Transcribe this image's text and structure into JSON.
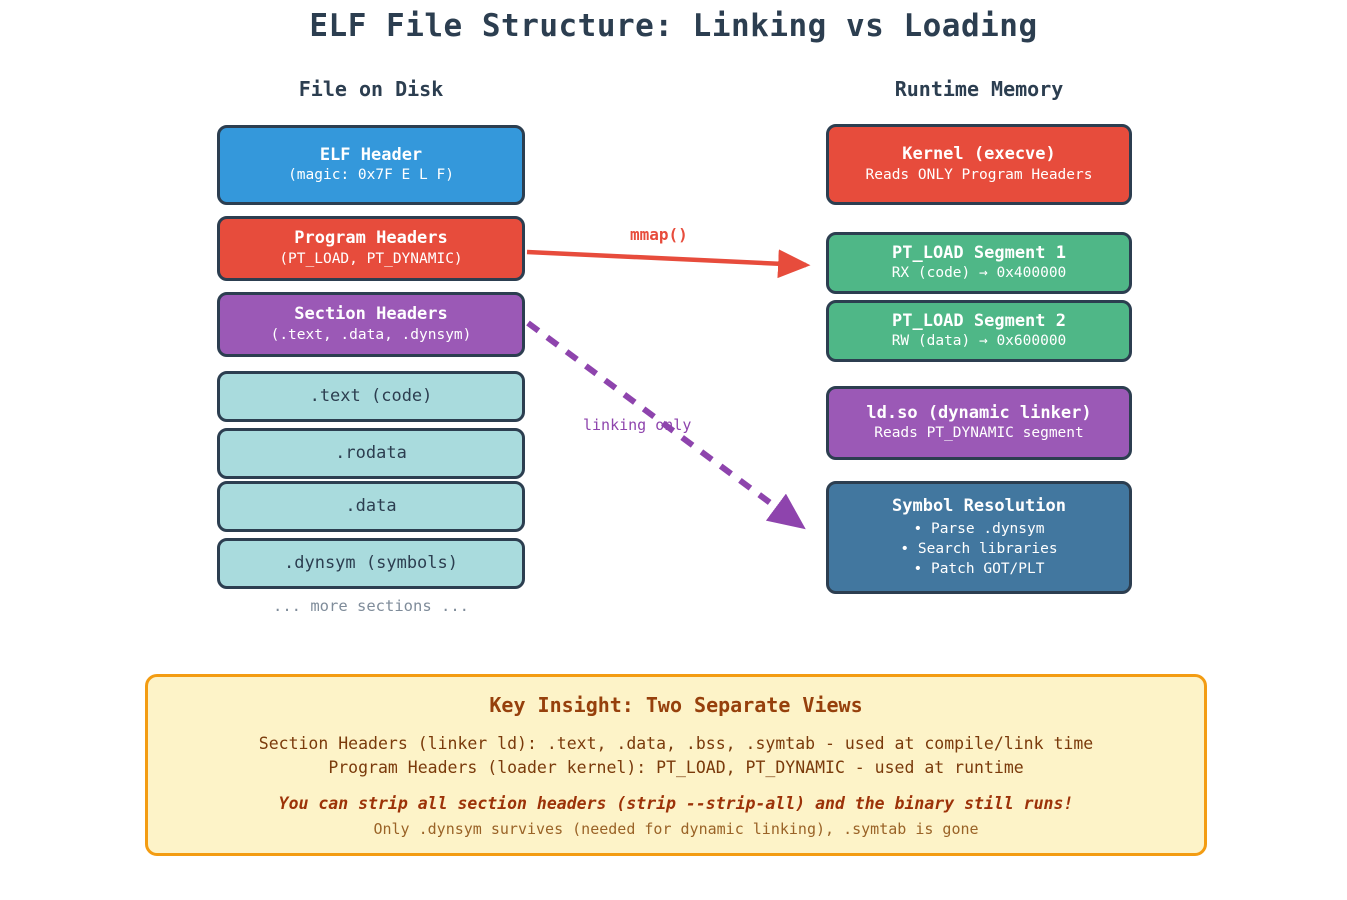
{
  "title": "ELF File Structure: Linking vs Loading",
  "columns": {
    "left_header": "File on Disk",
    "right_header": "Runtime Memory"
  },
  "disk_nodes": [
    {
      "title": "ELF Header",
      "subtitle": "(magic: 0x7F E L F)",
      "color": "#3498db"
    },
    {
      "title": "Program Headers",
      "subtitle": "(PT_LOAD, PT_DYNAMIC)",
      "color": "#e74c3c"
    },
    {
      "title": "Section Headers",
      "subtitle": "(.text, .data, .dynsym)",
      "color": "#9b59b6"
    },
    {
      "title": ".text (code)",
      "subtitle": "",
      "color": "#a9dbdd"
    },
    {
      "title": ".rodata",
      "subtitle": "",
      "color": "#a9dbdd"
    },
    {
      "title": ".data",
      "subtitle": "",
      "color": "#a9dbdd"
    },
    {
      "title": ".dynsym (symbols)",
      "subtitle": "",
      "color": "#a9dbdd"
    }
  ],
  "disk_footer": "... more sections ...",
  "memory_nodes": [
    {
      "title": "Kernel (execve)",
      "subtitle": "Reads ONLY Program Headers",
      "color": "#e74c3c"
    },
    {
      "title": "PT_LOAD Segment 1",
      "subtitle": "RX (code) → 0x400000",
      "color": "#4fb787"
    },
    {
      "title": "PT_LOAD Segment 2",
      "subtitle": "RW (data) → 0x600000",
      "color": "#4fb787"
    },
    {
      "title": "ld.so (dynamic linker)",
      "subtitle": "Reads PT_DYNAMIC segment",
      "color": "#9b59b6"
    },
    {
      "title": "Symbol Resolution",
      "subtitle": "",
      "color": "#42779f",
      "bullets": [
        "• Parse .dynsym",
        "• Search libraries",
        "• Patch GOT/PLT"
      ]
    }
  ],
  "arrows": [
    {
      "label": "mmap()",
      "color": "#e74c3c",
      "style": "solid",
      "from": "Program Headers",
      "to": "PT_LOAD Segment 1"
    },
    {
      "label": "linking only",
      "color": "#8e44ad",
      "style": "dashed",
      "from": "Section Headers",
      "to": "Symbol Resolution"
    }
  ],
  "key_insight": {
    "title": "Key Insight: Two Separate Views",
    "line1": "Section Headers (linker ld): .text, .data, .bss, .symtab - used at compile/link time",
    "line2": "Program Headers (loader kernel): PT_LOAD, PT_DYNAMIC - used at runtime",
    "emphasis": "You can strip all section headers (strip --strip-all) and the binary still runs!",
    "note": "Only .dynsym survives (needed for dynamic linking), .symtab is gone"
  },
  "palette": {
    "outline": "#2c3e50",
    "blue": "#3498db",
    "red": "#e74c3c",
    "purple": "#9b59b6",
    "teal": "#a9dbdd",
    "green": "#4fb787",
    "slate": "#42779f",
    "callout_bg": "#fdf3c8",
    "callout_border": "#f39c12",
    "muted": "#7f8c9a"
  }
}
